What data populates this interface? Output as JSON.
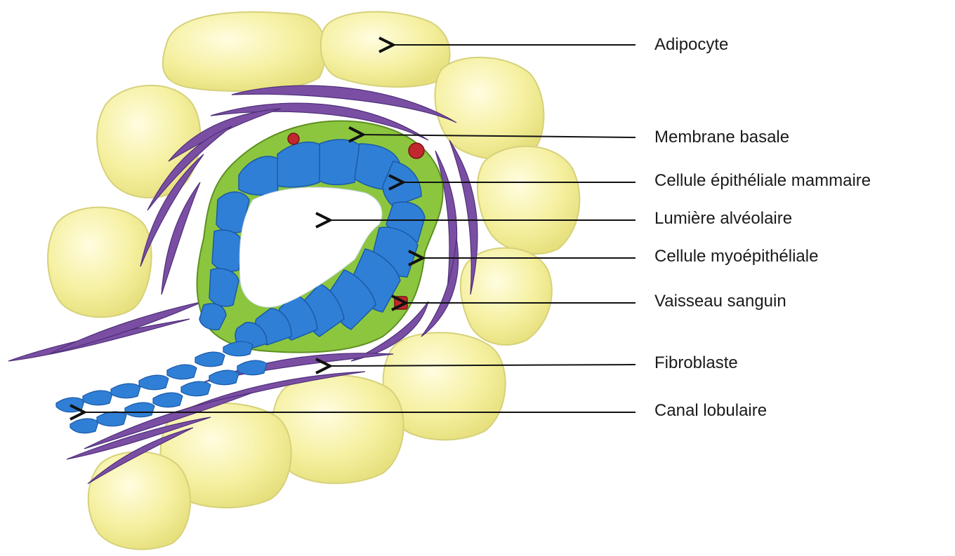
{
  "labels": [
    {
      "id": "adipocyte",
      "text": "Adipocyte"
    },
    {
      "id": "membrane-basale",
      "text": "Membrane basale"
    },
    {
      "id": "cellule-epitheliale",
      "text": "Cellule épithéliale mammaire"
    },
    {
      "id": "lumiere-alveolaire",
      "text": "Lumière alvéolaire"
    },
    {
      "id": "cellule-myoepitheliale",
      "text": "Cellule myoépithéliale"
    },
    {
      "id": "vaisseau-sanguin",
      "text": "Vaisseau sanguin"
    },
    {
      "id": "fibroblaste",
      "text": "Fibroblaste"
    },
    {
      "id": "canal-lobulaire",
      "text": "Canal lobulaire"
    }
  ],
  "colors": {
    "adipocyte": "#f5f0a0",
    "fibroblast": "#7a4fa3",
    "epithelial": "#2f7fd6",
    "myoepithelial": "#8cc63f",
    "vessel": "#c0282e",
    "text": "#1b1b1b"
  }
}
